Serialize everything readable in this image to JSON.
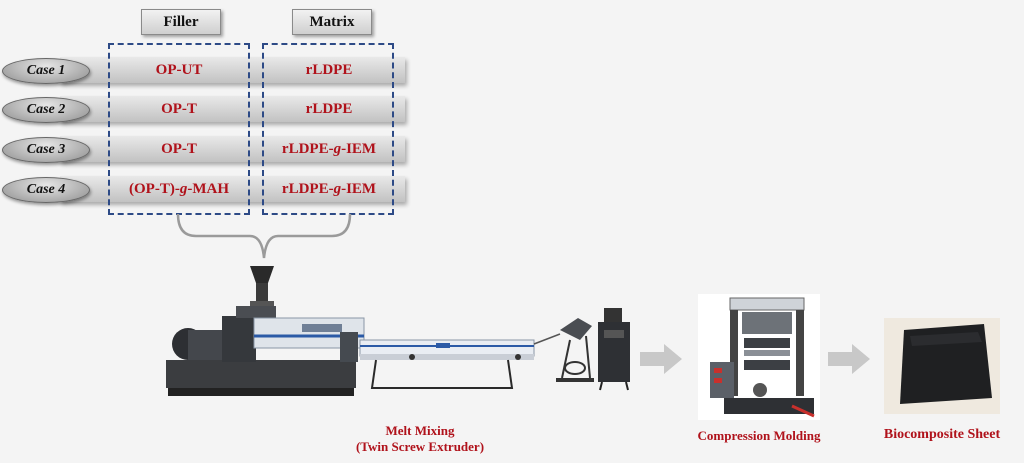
{
  "headers": {
    "filler": "Filler",
    "matrix": "Matrix"
  },
  "cases": [
    {
      "name": "Case 1",
      "filler": "OP-UT",
      "matrix": "rLDPE"
    },
    {
      "name": "Case 2",
      "filler": "OP-T",
      "matrix": "rLDPE"
    },
    {
      "name": "Case 3",
      "filler": "OP-T",
      "matrix": "rLDPE-g-IEM"
    },
    {
      "name": "Case 4",
      "filler": "(OP-T)-g-MAH",
      "matrix": "rLDPE-g-IEM"
    }
  ],
  "process": {
    "melt_mixing": "Melt Mixing",
    "melt_mixing_sub": "(Twin Screw Extruder)",
    "compression": "Compression Molding",
    "product": "Biocomposite Sheet"
  },
  "colors": {
    "label_red": "#b0121b",
    "dash_blue": "#2d4a86"
  }
}
